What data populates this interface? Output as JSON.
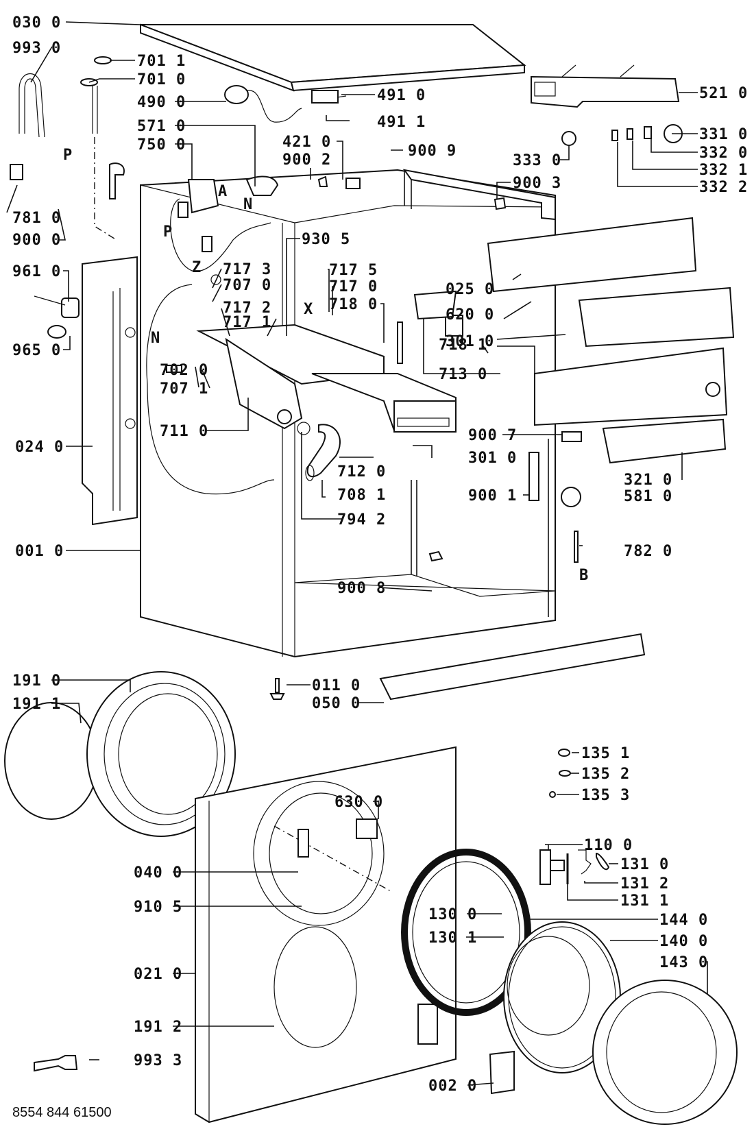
{
  "document": {
    "type": "exploded parts diagram",
    "subject": "front-loading washing machine cabinet, control panel and door",
    "document_number": "8554 844 61500"
  },
  "callouts": [
    {
      "id": "c0300",
      "label": "030 0",
      "part": "top-cover"
    },
    {
      "id": "c9930",
      "label": "993 0",
      "part": "hose-bracket"
    },
    {
      "id": "c7011",
      "label": "701 1",
      "part": "cap"
    },
    {
      "id": "c7010",
      "label": "701 0",
      "part": "inlet-pipe"
    },
    {
      "id": "c4900",
      "label": "490 0",
      "part": "power-cord"
    },
    {
      "id": "c4910",
      "label": "491 0",
      "part": "filter-capacitor"
    },
    {
      "id": "c4911",
      "label": "491 1",
      "part": "screw"
    },
    {
      "id": "c5210",
      "label": "521 0",
      "part": "electronic-module"
    },
    {
      "id": "c5710",
      "label": "571 0",
      "part": "inlet-valve"
    },
    {
      "id": "c7500",
      "label": "750 0",
      "part": "air-chamber"
    },
    {
      "id": "c4210",
      "label": "421 0",
      "part": "door-interlock"
    },
    {
      "id": "c9002",
      "label": "900 2",
      "part": "clip"
    },
    {
      "id": "c9009",
      "label": "900 9",
      "part": "clip"
    },
    {
      "id": "c3330",
      "label": "333 0",
      "part": "knob-small"
    },
    {
      "id": "c3310",
      "label": "331 0",
      "part": "program-knob"
    },
    {
      "id": "c3320",
      "label": "332 0",
      "part": "button"
    },
    {
      "id": "c3321",
      "label": "332 1",
      "part": "button"
    },
    {
      "id": "c3322",
      "label": "332 2",
      "part": "button"
    },
    {
      "id": "c9003",
      "label": "900 3",
      "part": "clip"
    },
    {
      "id": "c7810",
      "label": "781 0",
      "part": "hose-connector"
    },
    {
      "id": "c9000",
      "label": "900 0",
      "part": "clamp"
    },
    {
      "id": "c9305",
      "label": "930 5",
      "part": "rail"
    },
    {
      "id": "c9610",
      "label": "961 0",
      "part": "counterweight"
    },
    {
      "id": "c7173",
      "label": "717 3",
      "part": "fixing"
    },
    {
      "id": "c7070",
      "label": "707 0",
      "part": "nozzle"
    },
    {
      "id": "c7175",
      "label": "717 5",
      "part": "seal"
    },
    {
      "id": "c7170",
      "label": "717 0",
      "part": "valve"
    },
    {
      "id": "c7180",
      "label": "718 0",
      "part": "bracket"
    },
    {
      "id": "c7172",
      "label": "717 2",
      "part": "rod"
    },
    {
      "id": "c7171",
      "label": "717 1",
      "part": "rod"
    },
    {
      "id": "c9650",
      "label": "965 0",
      "part": "grommet"
    },
    {
      "id": "c0250",
      "label": "025 0",
      "part": "panel-support"
    },
    {
      "id": "c6200",
      "label": "620 0",
      "part": "control-board"
    },
    {
      "id": "c7181",
      "label": "718 1",
      "part": "clip"
    },
    {
      "id": "c3010a",
      "label": "301 0",
      "part": "control-panel"
    },
    {
      "id": "c7020",
      "label": "702 0",
      "part": "sleeve"
    },
    {
      "id": "c7071",
      "label": "707 1",
      "part": "nozzle"
    },
    {
      "id": "c7130",
      "label": "713 0",
      "part": "cover"
    },
    {
      "id": "c7110",
      "label": "711 0",
      "part": "detergent-housing"
    },
    {
      "id": "c9007",
      "label": "900 7",
      "part": "clip"
    },
    {
      "id": "c0240",
      "label": "024 0",
      "part": "side-panel"
    },
    {
      "id": "c3010b",
      "label": "301 0",
      "part": "detergent-drawer"
    },
    {
      "id": "c3210",
      "label": "321 0",
      "part": "panel-overlay"
    },
    {
      "id": "c7120",
      "label": "712 0",
      "part": "bellows"
    },
    {
      "id": "c9001",
      "label": "900 1",
      "part": "bracket"
    },
    {
      "id": "c7081",
      "label": "708 1",
      "part": "hose"
    },
    {
      "id": "c5810",
      "label": "581 0",
      "part": "pressure-switch"
    },
    {
      "id": "c7942",
      "label": "794 2",
      "part": "clamp"
    },
    {
      "id": "c0010",
      "label": "001 0",
      "part": "cabinet"
    },
    {
      "id": "c7820",
      "label": "782 0",
      "part": "pressure-tube"
    },
    {
      "id": "c9008",
      "label": "900 8",
      "part": "clip"
    },
    {
      "id": "c1910",
      "label": "191 0",
      "part": "door-gasket"
    },
    {
      "id": "c0110",
      "label": "011 0",
      "part": "foot"
    },
    {
      "id": "c0500",
      "label": "050 0",
      "part": "plinth"
    },
    {
      "id": "c1911",
      "label": "191 1",
      "part": "spring"
    },
    {
      "id": "c1351",
      "label": "135 1",
      "part": "screw"
    },
    {
      "id": "c1352",
      "label": "135 2",
      "part": "spring"
    },
    {
      "id": "c1353",
      "label": "135 3",
      "part": "washer"
    },
    {
      "id": "c6300",
      "label": "630 0",
      "part": "door-lock"
    },
    {
      "id": "c1100",
      "label": "110 0",
      "part": "door-handle"
    },
    {
      "id": "c0400",
      "label": "040 0",
      "part": "hinge"
    },
    {
      "id": "c1310",
      "label": "131 0",
      "part": "hook"
    },
    {
      "id": "c1312",
      "label": "131 2",
      "part": "spring"
    },
    {
      "id": "c1311",
      "label": "131 1",
      "part": "pin"
    },
    {
      "id": "c9105",
      "label": "910 5",
      "part": "screw"
    },
    {
      "id": "c1300",
      "label": "130 0",
      "part": "hinge-part"
    },
    {
      "id": "c1440",
      "label": "144 0",
      "part": "door-frame"
    },
    {
      "id": "c1301",
      "label": "130 1",
      "part": "hinge-part"
    },
    {
      "id": "c1400",
      "label": "140 0",
      "part": "door-glass"
    },
    {
      "id": "c0210",
      "label": "021 0",
      "part": "front-panel"
    },
    {
      "id": "c1430",
      "label": "143 0",
      "part": "outer-door-ring"
    },
    {
      "id": "c1912",
      "label": "191 2",
      "part": "gasket-ring"
    },
    {
      "id": "c9933",
      "label": "993 3",
      "part": "tool"
    },
    {
      "id": "c0020",
      "label": "002 0",
      "part": "service-flap"
    }
  ],
  "letter_markers": [
    {
      "id": "mP1",
      "label": "P"
    },
    {
      "id": "mA",
      "label": "A"
    },
    {
      "id": "mN1",
      "label": "N"
    },
    {
      "id": "mP2",
      "label": "P"
    },
    {
      "id": "mZ",
      "label": "Z"
    },
    {
      "id": "mX",
      "label": "X"
    },
    {
      "id": "mN2",
      "label": "N"
    },
    {
      "id": "mB",
      "label": "B"
    }
  ]
}
